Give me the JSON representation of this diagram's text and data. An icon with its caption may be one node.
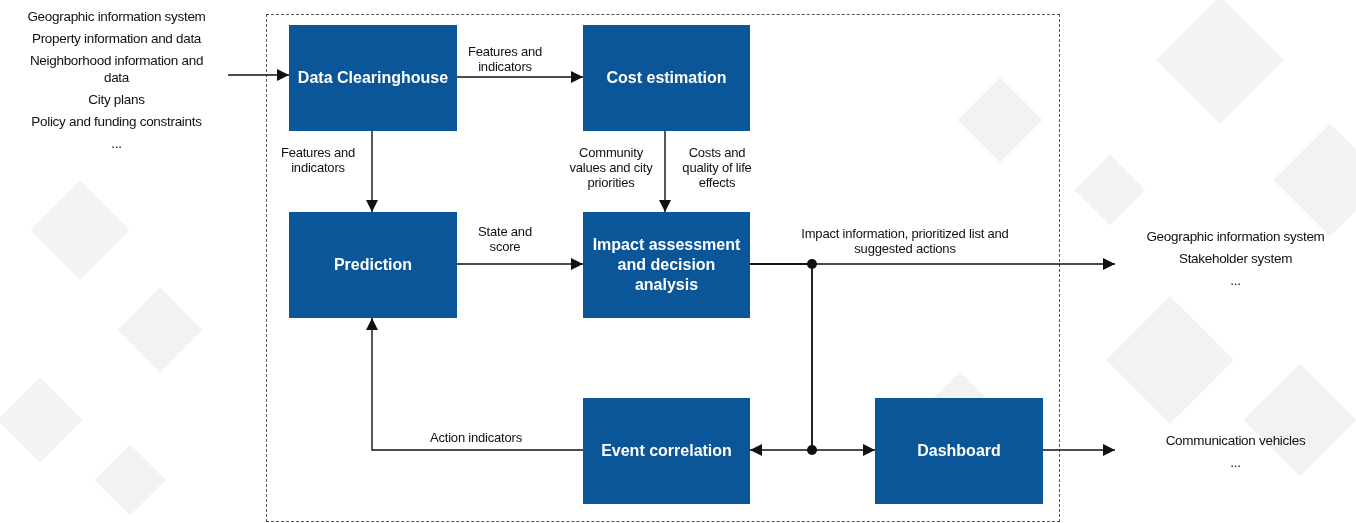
{
  "diagram": {
    "nodes": [
      {
        "text": [],
        "shape": "box"
      },
      {
        "text": [
          "Data Clearinghouse"
        ],
        "in": 0
      },
      {
        "text": [
          "Cost estimation"
        ],
        "in": 0
      },
      {
        "text": [
          "Prediction"
        ],
        "in": 0
      },
      {
        "text": [
          "Impact assessment and decision analysis"
        ],
        "in": 0
      },
      {
        "text": [
          "Event correlation"
        ],
        "in": 0
      },
      {
        "text": [
          "Dashboard"
        ],
        "in": 0
      },
      {
        "text": [
          "Geographic information system",
          "Property information and data",
          "Neighborhood information and data",
          "City plans",
          "Policy and funding constraints",
          "..."
        ]
      },
      {
        "text": [
          "Geographic information system",
          "Stakeholder system",
          "..."
        ]
      },
      {
        "text": [
          "Communication vehicles",
          "..."
        ]
      }
    ],
    "edges": [
      {
        "from": 7,
        "to": 1,
        "arrow": "to"
      },
      {
        "from": 1,
        "to": 2,
        "arrow": "to",
        "label": "Features and indicators"
      },
      {
        "from": 1,
        "to": 3,
        "arrow": "to",
        "label": "Features and indicators"
      },
      {
        "from": 2,
        "to": 4,
        "arrow": "to",
        "label": "Costs and quality of life effects"
      },
      {
        "from": 3,
        "to": 4,
        "arrow": "to",
        "label": "State and score"
      },
      {
        "from": 4,
        "to": 8,
        "arrow": "to",
        "label": "Impact information, prioritized list and suggested actions"
      },
      {
        "from": 4,
        "to": 5,
        "arrow": "to"
      },
      {
        "from": 4,
        "to": 6,
        "arrow": "to"
      },
      {
        "from": 5,
        "to": 3,
        "arrow": "to",
        "label": "Action indicators"
      },
      {
        "from": 6,
        "to": 9,
        "arrow": "to"
      }
    ],
    "labels": [
      "Community values and city priorities"
    ]
  }
}
